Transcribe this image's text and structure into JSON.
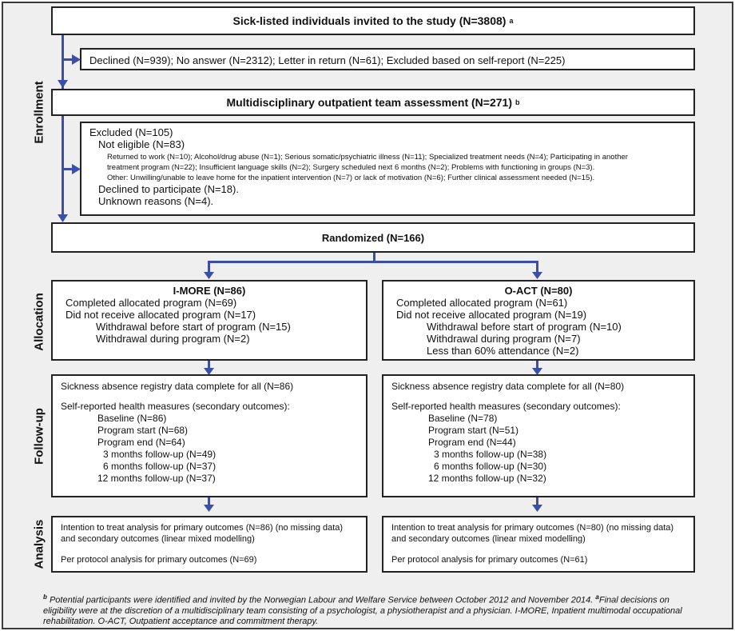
{
  "side_labels": {
    "enrollment": "Enrollment",
    "allocation": "Allocation",
    "followup": "Follow-up",
    "analysis": "Analysis"
  },
  "invited": {
    "text": "Sick-listed individuals invited to the study (N=3808)",
    "sup": "a"
  },
  "declined": "Declined (N=939); No answer (N=2312); Letter in return (N=61); Excluded based on self-report (N=225)",
  "assessment": {
    "text": "Multidisciplinary outpatient team assessment (N=271)",
    "sup": "b"
  },
  "excluded": {
    "title": "Excluded (N=105)",
    "not_eligible": "Not eligible (N=83)",
    "reasons_line1": "Returned to work (N=10); Alcohol/drug abuse (N=1); Serious somatic/psychiatric illness (N=11); Specialized treatment needs (N=4); Participating in another",
    "reasons_line2": "treatment program (N=22); Insufficient language skills (N=2); Surgery scheduled next 6 months (N=2); Problems with functioning in groups (N=3).",
    "reasons_line3": "Other: Unwilling/unable to leave home for the inpatient intervention (N=7) or lack of motivation (N=6); Further clinical assessment needed (N=15).",
    "declined": "Declined to participate (N=18).",
    "unknown": "Unknown reasons (N=4)."
  },
  "randomized": "Randomized (N=166)",
  "imore": {
    "title": "I-MORE (N=86)",
    "completed": "Completed allocated program (N=69)",
    "did_not": "Did not receive allocated program (N=17)",
    "w_before": "Withdrawal before start of program (N=15)",
    "w_during": "Withdrawal during program (N=2)",
    "registry": "Sickness absence registry data complete for all (N=86)",
    "self_reported": "Self-reported health measures (secondary outcomes):",
    "baseline": "Baseline (N=86)",
    "prog_start": "Program start (N=68)",
    "prog_end": "Program end (N=64)",
    "m3": "3 months follow-up (N=49)",
    "m6": "6 months follow-up (N=37)",
    "m12": "12 months follow-up (N=37)",
    "itt1": "Intention to treat analysis for primary outcomes (N=86) (no missing data)",
    "itt2": "and secondary outcomes (linear mixed modelling)",
    "pp": "Per protocol analysis for primary outcomes (N=69)"
  },
  "oact": {
    "title": "O-ACT (N=80)",
    "completed": "Completed allocated program (N=61)",
    "did_not": "Did not receive allocated program (N=19)",
    "w_before": "Withdrawal before start of program (N=10)",
    "w_during": "Withdrawal during program (N=7)",
    "lt60": "Less than 60% attendance (N=2)",
    "registry": "Sickness absence registry data complete for all (N=80)",
    "self_reported": "Self-reported health measures (secondary outcomes):",
    "baseline": "Baseline (N=78)",
    "prog_start": "Program start (N=51)",
    "prog_end": "Program end (N=44)",
    "m3": "3 months follow-up (N=38)",
    "m6": "6 months follow-up (N=30)",
    "m12": "12 months follow-up (N=32)",
    "itt1": "Intention to treat analysis for primary outcomes (N=80) (no missing data)",
    "itt2": "and secondary outcomes (linear mixed modelling)",
    "pp": "Per protocol analysis for primary outcomes (N=61)"
  },
  "footnote": {
    "sup_b": "b",
    "part1": " Potential participants were identified and invited by the Norwegian Labour and Welfare Service between October 2012 and November 2014. ",
    "sup_a": "a",
    "part2": "Final decisions on eligibility were at the discretion of a multidisciplinary team consisting of a psychologist, a physiotherapist and a physician. I-MORE, Inpatient multimodal occupational rehabilitation. O-ACT, Outpatient acceptance and commitment therapy."
  },
  "colors": {
    "arrow": "#3b4ea8",
    "frame_bg": "#efefef",
    "border": "#222222"
  }
}
